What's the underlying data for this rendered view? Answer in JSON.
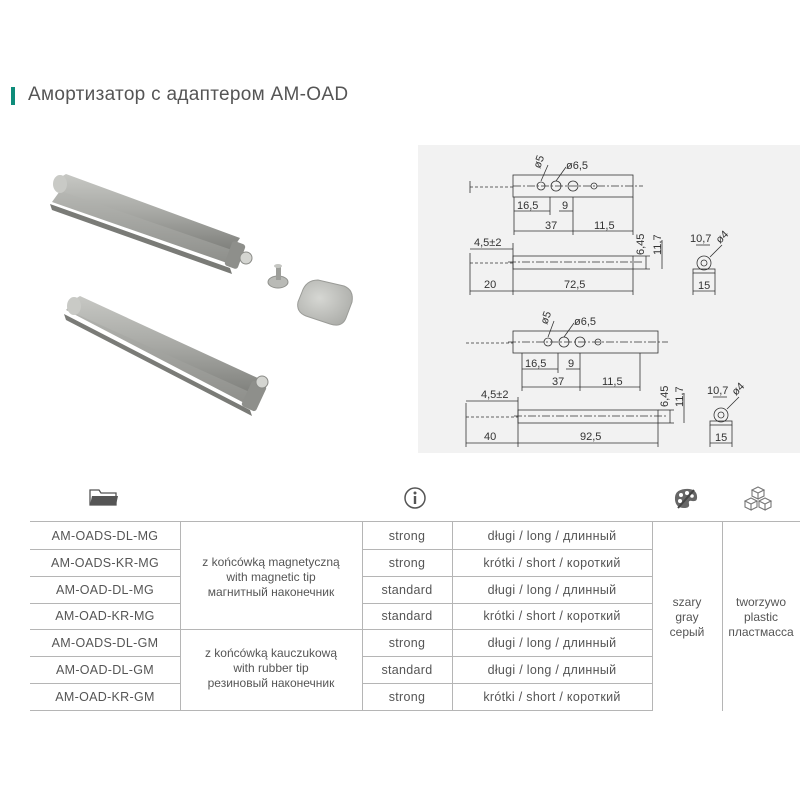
{
  "title": "Амортизатор с адаптером AM-OAD",
  "drawing": {
    "top": {
      "diam_small": "ø5",
      "diam_big": "ø6,5",
      "d_16_5": "16,5",
      "d_9": "9",
      "d_37": "37",
      "d_11_5": "11,5",
      "d_stroke": "4,5±2",
      "d_6_45": "6,45",
      "d_11_7": "11,7",
      "d_20": "20",
      "d_72_5": "72,5",
      "d_10_7": "10,7",
      "d_diam_4": "ø4",
      "d_15": "15"
    },
    "bottom": {
      "diam_small": "ø5",
      "diam_big": "ø6,5",
      "d_16_5": "16,5",
      "d_9": "9",
      "d_37": "37",
      "d_11_5": "11,5",
      "d_stroke": "4,5±2",
      "d_6_45": "6,45",
      "d_11_7": "11,7",
      "d_40": "40",
      "d_92_5": "92,5",
      "d_10_7": "10,7",
      "d_diam_4": "ø4",
      "d_15": "15"
    }
  },
  "header_icons": [
    "folder-icon",
    "info-icon",
    "palette-icon",
    "cubes-icon"
  ],
  "rows": [
    {
      "code": "AM-OADS-DL-MG",
      "strength": "strong",
      "length": "długi / long / длинный"
    },
    {
      "code": "AM-OADS-KR-MG",
      "strength": "strong",
      "length": "krótki / short / короткий"
    },
    {
      "code": "AM-OAD-DL-MG",
      "strength": "standard",
      "length": "długi / long / длинный"
    },
    {
      "code": "AM-OAD-KR-MG",
      "strength": "standard",
      "length": "krótki / short / короткий"
    },
    {
      "code": "AM-OADS-DL-GM",
      "strength": "strong",
      "length": "długi / long / длинный"
    },
    {
      "code": "AM-OAD-DL-GM",
      "strength": "standard",
      "length": "długi / long / длинный"
    },
    {
      "code": "AM-OAD-KR-GM",
      "strength": "strong",
      "length": "krótki / short / короткий"
    }
  ],
  "groups": {
    "magnetic": {
      "pl": "z końcówką magnetyczną",
      "en": "with magnetic tip",
      "ru": "магнитный наконечник"
    },
    "rubber": {
      "pl": "z  końcówką  kauczukową",
      "en": "with rubber tip",
      "ru": "резиновый наконечник"
    }
  },
  "color": {
    "pl": "szary",
    "en": "gray",
    "ru": "серый"
  },
  "material": {
    "pl": "tworzywo",
    "en": "plastic",
    "ru": "пластмасса"
  },
  "colors": {
    "accent": "#0e8c7a",
    "product_gray": "#a9aaa6",
    "rule": "#b5b5b5"
  }
}
